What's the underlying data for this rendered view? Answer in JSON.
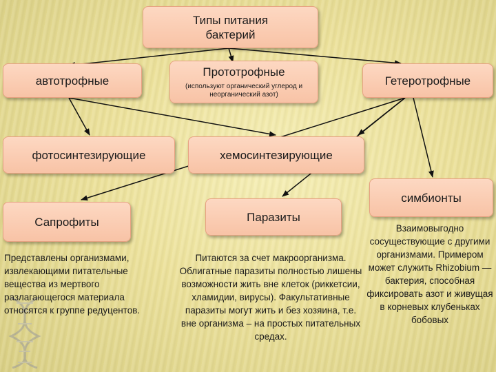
{
  "boxes": {
    "root": "Типы питания бактерий",
    "autotrophs": "автотрофные",
    "prototrophs": "Прототрофные",
    "prototrophs_note": "(используют органический углерод и неорганический азот)",
    "heterotrophs": "Гетеротрофные",
    "photosynth": "фотосинтезирующие",
    "chemosynth": "хемосинтезирующие",
    "symbionts": "симбионты",
    "saprophytes": "Сапрофиты",
    "parasites": "Паразиты"
  },
  "texts": {
    "saprophytes_desc": "Представлены организмами, извлекающими питательные вещества из мертвого разлагающегося материала относятся к группе редуцентов.",
    "parasites_desc": "Питаются за счет макроорганизма. Облигатные паразиты полностью лишены возможности жить вне клеток (риккетсии, хламидии, вирусы). Факультативные паразиты могут жить и без хозяина, т.е. вне организма – на простых питательных средах.",
    "symbionts_desc": "Взаимовыгодно сосуществующие с другими организмами. Примером может служить Rhizobium — бактерия, способная фиксировать азот и живущая в корневых клубеньках бобовых"
  },
  "colors": {
    "box_fill": "#f8c3a6",
    "box_border": "#e7a282",
    "connector": "#111111"
  }
}
